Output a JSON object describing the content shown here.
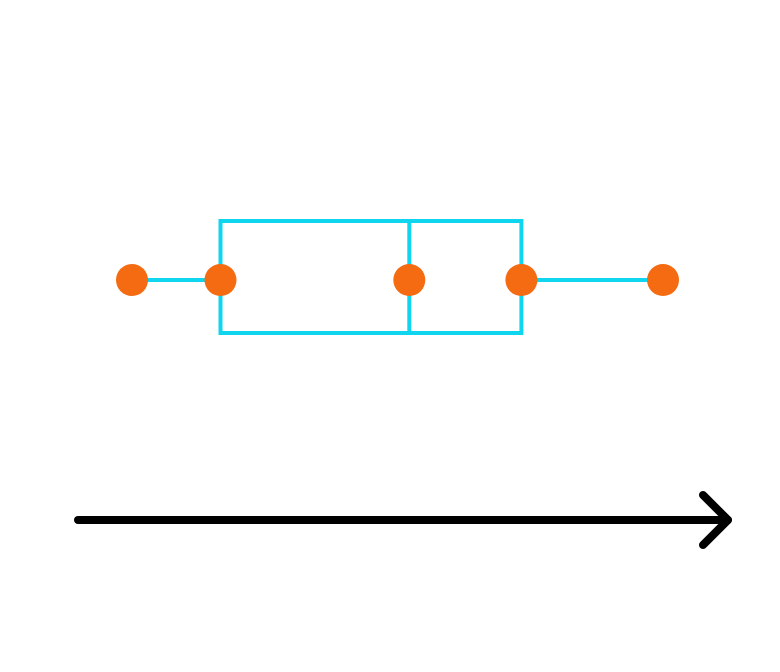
{
  "box_plot": {
    "five_number_summary": {
      "minimum": 0,
      "q1": 3,
      "median": 9.4,
      "q3": 13.2,
      "maximum": 18
    },
    "colors": {
      "box_stroke": "#0fd6ee",
      "whisker_stroke": "#0fd6ee",
      "points": "#f46b12",
      "axis": "#000000"
    }
  },
  "number_line": {
    "direction": "right",
    "arrow_icon": "arrow-right-icon",
    "has_tick_labels": false
  }
}
